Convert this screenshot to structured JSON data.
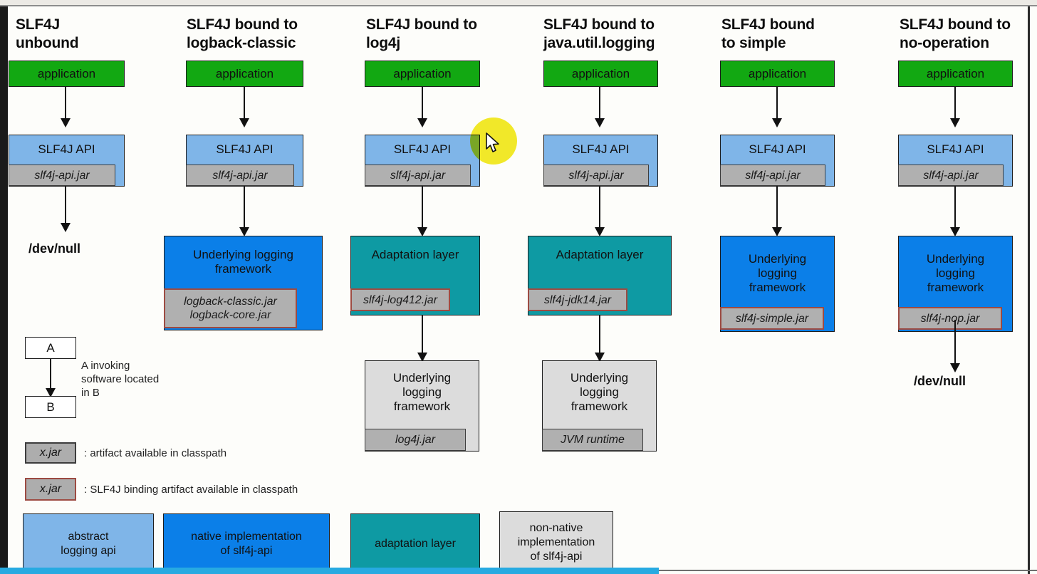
{
  "window": {
    "toolbar_ghost": "· · · · · · · ·",
    "progress_percent": 64,
    "frame_color": "#1a1a1a",
    "canvas_color": "#fdfdfa",
    "progress_color": "#27aae1"
  },
  "palette": {
    "application_green": "#12a812",
    "abstract_api_blue": "#7fb5e8",
    "native_impl_blue": "#0b7fe8",
    "adaptation_teal": "#0e9aa3",
    "non_native_gray": "#dcdcdc",
    "jar_gray": "#b0b0b0",
    "binding_border": "#9d4b42"
  },
  "columns": [
    {
      "id": "unbound",
      "title": "SLF4J\nunbound",
      "application": "application",
      "api": "SLF4J API",
      "api_jar": "slf4j-api.jar",
      "terminal": "/dev/null"
    },
    {
      "id": "logback-classic",
      "title": "SLF4J bound to\nlogback-classic",
      "application": "application",
      "api": "SLF4J API",
      "api_jar": "slf4j-api.jar",
      "impl_label": "Underlying logging\nframework",
      "impl_jar": "logback-classic.jar\nlogback-core.jar",
      "impl_kind": "native"
    },
    {
      "id": "log4j",
      "title": "SLF4J bound to\nlog4j",
      "application": "application",
      "api": "SLF4J API",
      "api_jar": "slf4j-api.jar",
      "adaptation_label": "Adaptation layer",
      "adaptation_jar": "slf4j-log412.jar",
      "impl_label": "Underlying\nlogging\nframework",
      "impl_jar": "log4j.jar",
      "impl_kind": "non-native"
    },
    {
      "id": "java-util-logging",
      "title": "SLF4J bound to\njava.util.logging",
      "application": "application",
      "api": "SLF4J API",
      "api_jar": "slf4j-api.jar",
      "adaptation_label": "Adaptation layer",
      "adaptation_jar": "slf4j-jdk14.jar",
      "impl_label": "Underlying\nlogging\nframework",
      "impl_jar": "JVM runtime",
      "impl_kind": "non-native"
    },
    {
      "id": "simple",
      "title": "SLF4J bound\nto simple",
      "application": "application",
      "api": "SLF4J API",
      "api_jar": "slf4j-api.jar",
      "impl_label": "Underlying\nlogging\nframework",
      "impl_jar": "slf4j-simple.jar",
      "impl_kind": "native"
    },
    {
      "id": "no-operation",
      "title": "SLF4J bound to\nno-operation",
      "application": "application",
      "api": "SLF4J API",
      "api_jar": "slf4j-api.jar",
      "impl_label": "Underlying\nlogging\nframework",
      "impl_jar": "slf4j-nop.jar",
      "impl_kind": "native",
      "terminal": "/dev/null"
    }
  ],
  "legend": {
    "invoke_a": "A",
    "invoke_b": "B",
    "invoke_text": "A invoking\nsoftware located\nin B",
    "artifact_jar": "x.jar",
    "artifact_text": ": artifact available in classpath",
    "binding_jar": "x.jar",
    "binding_text": ": SLF4J binding artifact available in classpath"
  },
  "key": [
    {
      "label": "abstract\nlogging api",
      "kind": "abstract"
    },
    {
      "label": "native implementation\nof slf4j-api",
      "kind": "native"
    },
    {
      "label": "adaptation layer",
      "kind": "adapt"
    },
    {
      "label": "non-native\nimplementation\nof slf4j-api",
      "kind": "nonnative"
    }
  ]
}
